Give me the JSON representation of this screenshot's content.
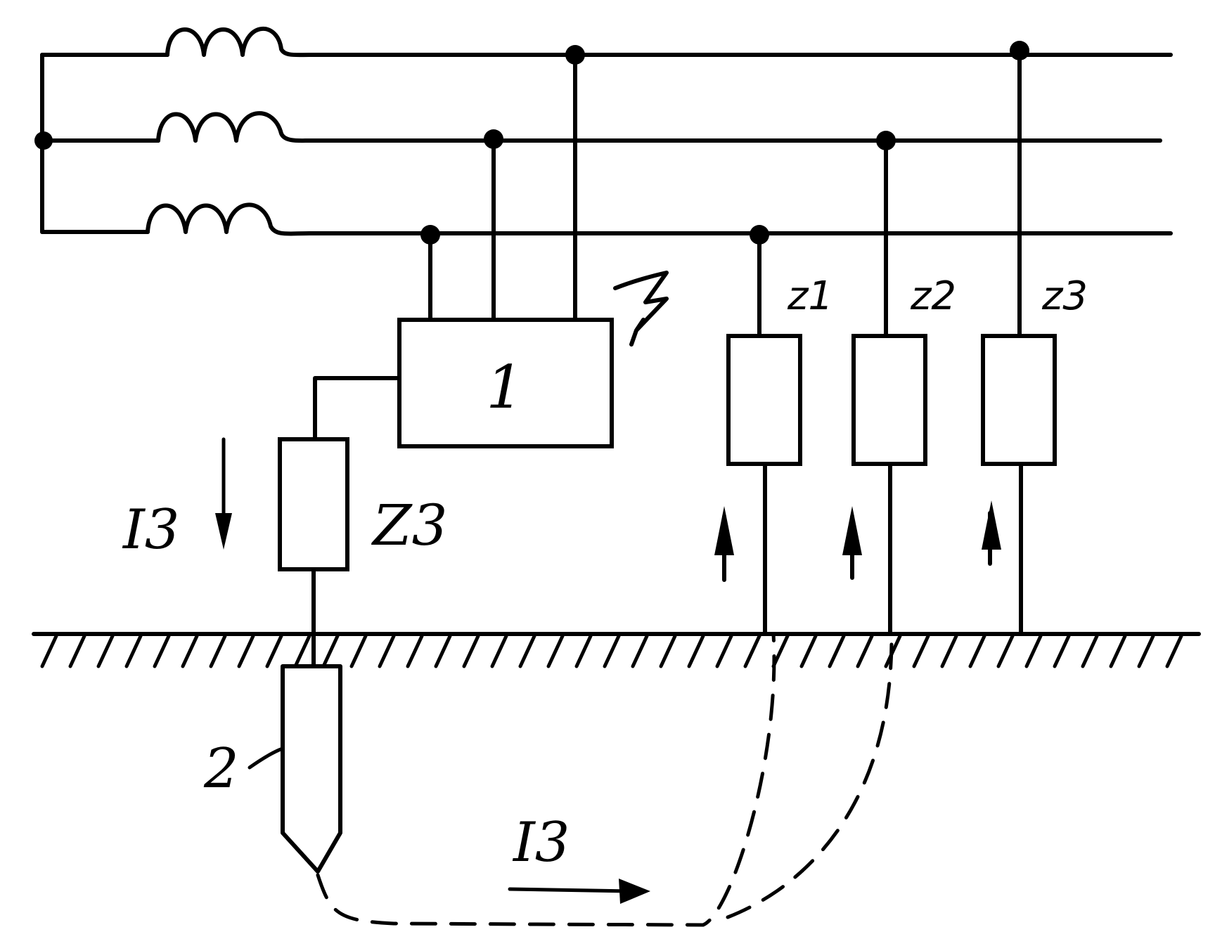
{
  "labels": {
    "device": "1",
    "electrode": "2",
    "load_1": "z1",
    "load_2": "z2",
    "load_3": "z3",
    "ground_impedance": "Z3",
    "current_top": "I3",
    "current_bottom": "I3"
  },
  "icons": {
    "fault": "lightning-bolt-icon",
    "inductor": "coil-icon",
    "arrow": "arrow-icon"
  },
  "colors": {
    "ink": "#000000",
    "paper": "#ffffff"
  }
}
